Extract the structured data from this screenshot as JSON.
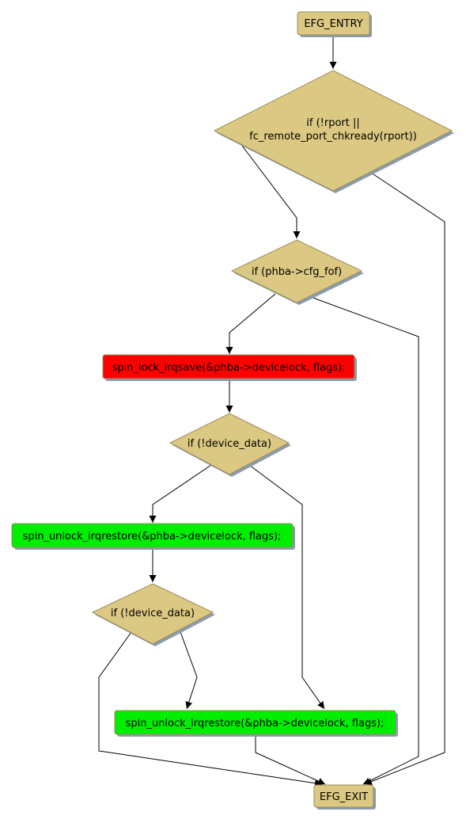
{
  "colors": {
    "decision": "#dbc882",
    "decision_stroke": "#9c8e5a",
    "terminal": "#dbc882",
    "shadow": "#8a9bb0",
    "lock_red": "#ff0000",
    "unlock_green": "#00ee00",
    "edge": "#000000"
  },
  "nodes": {
    "entry": {
      "label": "EFG_ENTRY"
    },
    "cond_rport": {
      "line1": "if (!rport ||",
      "line2": "fc_remote_port_chkready(rport))"
    },
    "cond_fof": {
      "label": "if (phba->cfg_fof)"
    },
    "lock": {
      "label": "spin_lock_irqsave(&phba->devicelock, flags);"
    },
    "cond_dev1": {
      "label": "if (!device_data)"
    },
    "unlock1": {
      "label": "spin_unlock_irqrestore(&phba->devicelock, flags);"
    },
    "cond_dev2": {
      "label": "if (!device_data)"
    },
    "unlock2": {
      "label": "spin_unlock_irqrestore(&phba->devicelock, flags);"
    },
    "exit": {
      "label": "EFG_EXIT"
    }
  }
}
